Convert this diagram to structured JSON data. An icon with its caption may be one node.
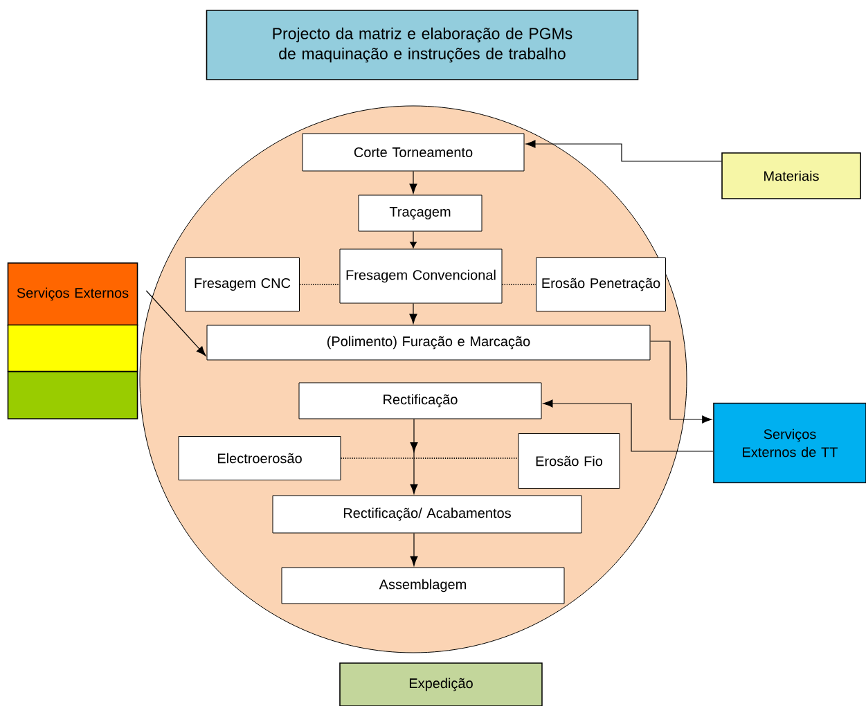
{
  "diagram": {
    "nodes": [
      {
        "text": [
          "Projecto da matriz e elaboração de PGMs de maquinação e instruções de trabalho"
        ]
      },
      {
        "text": [],
        "shape": "circle"
      },
      {
        "text": [
          "Corte Torneamento"
        ],
        "in": 1
      },
      {
        "text": [
          "Traçagem"
        ],
        "in": 1
      },
      {
        "text": [
          "Fresagem CNC"
        ],
        "in": 1
      },
      {
        "text": [
          "Fresagem Convencional"
        ],
        "in": 1
      },
      {
        "text": [
          "Erosão Penetração"
        ],
        "in": 1
      },
      {
        "text": [
          "(Polimento) Furação e Marcação"
        ],
        "in": 1
      },
      {
        "text": [
          "Rectificação"
        ],
        "in": 1
      },
      {
        "text": [
          "Electroerosão"
        ],
        "in": 1
      },
      {
        "text": [
          "Erosão Fio"
        ],
        "in": 1
      },
      {
        "text": [
          "Rectificação/ Acabamentos"
        ],
        "in": 1
      },
      {
        "text": [
          "Assemblagem"
        ],
        "in": 1
      },
      {
        "text": [
          "Expedição"
        ]
      },
      {
        "text": [
          "Materiais"
        ]
      },
      {
        "text": [
          "Serviços Externos"
        ]
      },
      {
        "text": [],
        "shape": "box"
      },
      {
        "text": [],
        "shape": "box"
      },
      {
        "text": [
          "Serviços Externos de TT"
        ]
      }
    ],
    "edges": [
      {
        "from": 14,
        "to": 2,
        "arrow": "to"
      },
      {
        "from": 2,
        "to": 3,
        "arrow": "to"
      },
      {
        "from": 3,
        "to": 5,
        "arrow": "to"
      },
      {
        "from": 4,
        "to": 5,
        "arrow": "none",
        "style": "dashed"
      },
      {
        "from": 5,
        "to": 6,
        "arrow": "none",
        "style": "dashed"
      },
      {
        "from": 5,
        "to": 7,
        "arrow": "to"
      },
      {
        "from": 15,
        "to": 7,
        "arrow": "to"
      },
      {
        "from": 7,
        "to": 18,
        "arrow": "to"
      },
      {
        "from": 18,
        "to": 8,
        "arrow": "to"
      },
      {
        "from": 8,
        "to": 11,
        "arrow": "to"
      },
      {
        "from": 9,
        "to": 10,
        "arrow": "none",
        "style": "dashed"
      },
      {
        "from": 11,
        "to": 12,
        "arrow": "to"
      }
    ]
  }
}
